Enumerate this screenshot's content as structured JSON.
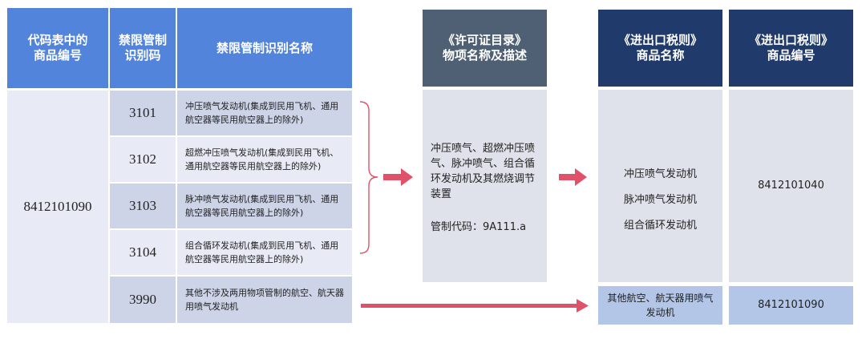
{
  "table_headers": {
    "code_in_table": "代码表中的\n商品编号",
    "control_id": "禁限管制\n识别码",
    "control_name": "禁限管制识别名称",
    "license_catalog": "《许可证目录》\n物项名称及描述",
    "tariff_name": "《进出口税则》\n商品名称",
    "tariff_code": "《进出口税则》\n商品编号"
  },
  "source_code": "8412101090",
  "rows": [
    {
      "id": "3101",
      "name": "冲压喷气发动机(集成到民用飞机、通用航空器等民用航空器上的除外)"
    },
    {
      "id": "3102",
      "name": "超燃冲压喷气发动机(集成到民用飞机、通用航空器等民用航空器上的除外)"
    },
    {
      "id": "3103",
      "name": "脉冲喷气发动机(集成到民用飞机、通用航空器等民用航空器上的除外)"
    },
    {
      "id": "3104",
      "name": "组合循环发动机(集成到民用飞机、通用航空器等民用航空器上的除外)"
    },
    {
      "id": "3990",
      "name": "其他不涉及两用物项管制的航空、航天器用喷气发动机"
    }
  ],
  "license_item": {
    "description": "冲压喷气、超燃冲压喷气、脉冲喷气、组合循环发动机及其燃烧调节装置",
    "control_code": "管制代码：9A111.a"
  },
  "tariff_main": {
    "names": [
      "冲压喷气发动机",
      "脉冲喷气发动机",
      "组合循环发动机"
    ],
    "code": "8412101040"
  },
  "tariff_other": {
    "name": "其他航空、航天器用喷气发动机",
    "code": "8412101090"
  },
  "colors": {
    "header_blue": "#5284dc",
    "header_slate": "#4f5f74",
    "header_navy": "#1f3a6b",
    "arrow_red": "#e0526a"
  }
}
